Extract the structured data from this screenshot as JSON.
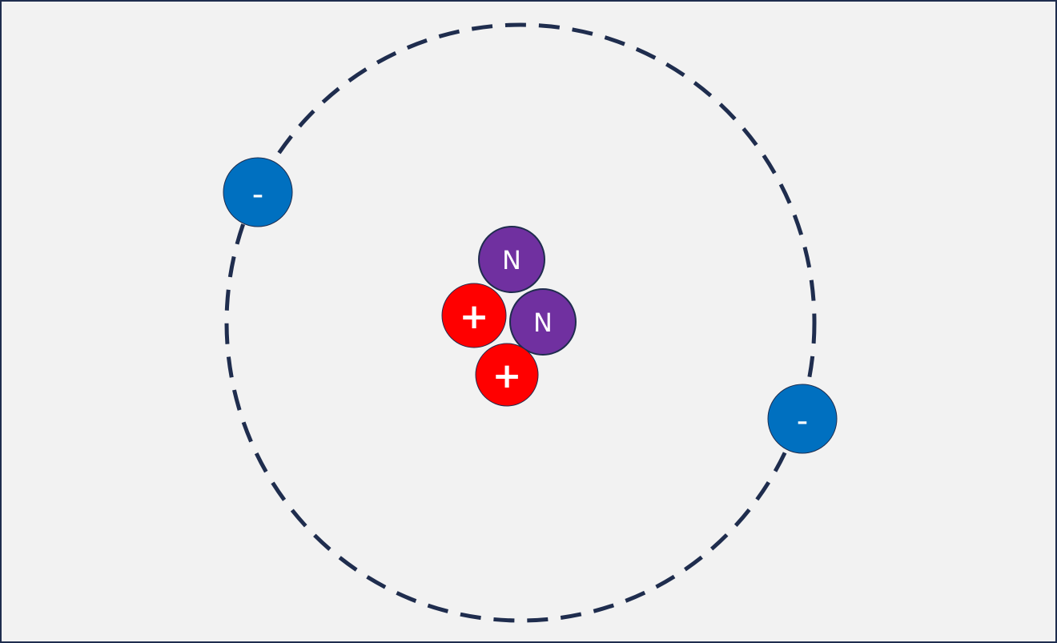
{
  "diagram": {
    "electron_label": "-",
    "proton_label": "+",
    "neutron_label": "N",
    "electron_count": 2,
    "proton_count": 2,
    "neutron_count": 2
  },
  "colors": {
    "background": "#f2f2f2",
    "orbit": "#1f2d4e",
    "electron": "#0070c0",
    "proton": "#ff0000",
    "neutron": "#7030a0",
    "outline": "#1f2d4e"
  }
}
